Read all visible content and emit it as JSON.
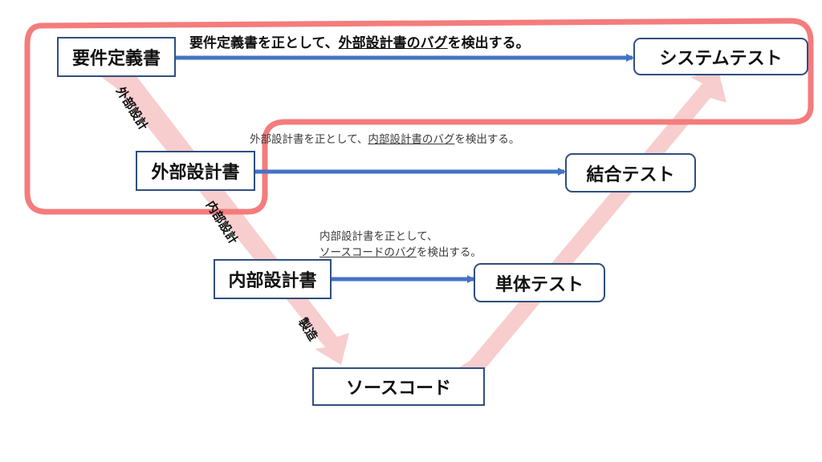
{
  "colors": {
    "highlight_outline": "#f47c7c",
    "flow_arrow": "#4472c4",
    "v_band": "#f7c4c4",
    "box_border": "#2f4f7f"
  },
  "boxes": {
    "requirements": "要件定義書",
    "external_design": "外部設計書",
    "internal_design": "内部設計書",
    "source_code": "ソースコード",
    "system_test": "システムテスト",
    "integration_test": "結合テスト",
    "unit_test": "単体テスト"
  },
  "notes": {
    "system": {
      "prefix": "要件定義書を正として、",
      "underlined": "外部設計書のバグ",
      "suffix": "を検出する。"
    },
    "integration": {
      "prefix": "外部設計書を正として、",
      "underlined": "内部設計書のバグ",
      "suffix": "を検出する。"
    },
    "unit": {
      "line1": "内部設計書を正として、",
      "underlined": "ソースコードのバグ",
      "suffix": "を検出する。"
    }
  },
  "diagonal_labels": {
    "external_design_step": "外部設計",
    "internal_design_step": "内部設計",
    "manufacturing_step": "製造"
  }
}
